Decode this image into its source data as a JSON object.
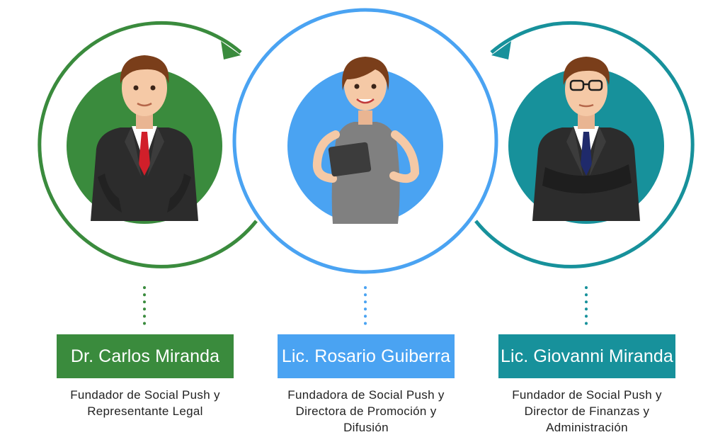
{
  "colors": {
    "green": "#3a8b3d",
    "blue": "#4aa3f2",
    "teal": "#17919b",
    "skin": "#f5c9a6",
    "suit": "#2c2c2c",
    "hair": "#7a3e1a"
  },
  "people": [
    {
      "name": "Dr. Carlos Miranda",
      "desc": [
        "Fundador de Social Push y",
        "Representante Legal"
      ],
      "icon": "businessman-red-tie-icon"
    },
    {
      "name": "Lic. Rosario Guiberra",
      "desc": [
        "Fundadora de Social Push y",
        "Directora de Promoción y",
        "Difusión"
      ],
      "icon": "businesswoman-tablet-icon"
    },
    {
      "name": "Lic. Giovanni Miranda",
      "desc": [
        "Fundador de Social Push y",
        "Director de Finanzas y",
        "Administración"
      ],
      "icon": "businessman-glasses-icon"
    }
  ]
}
